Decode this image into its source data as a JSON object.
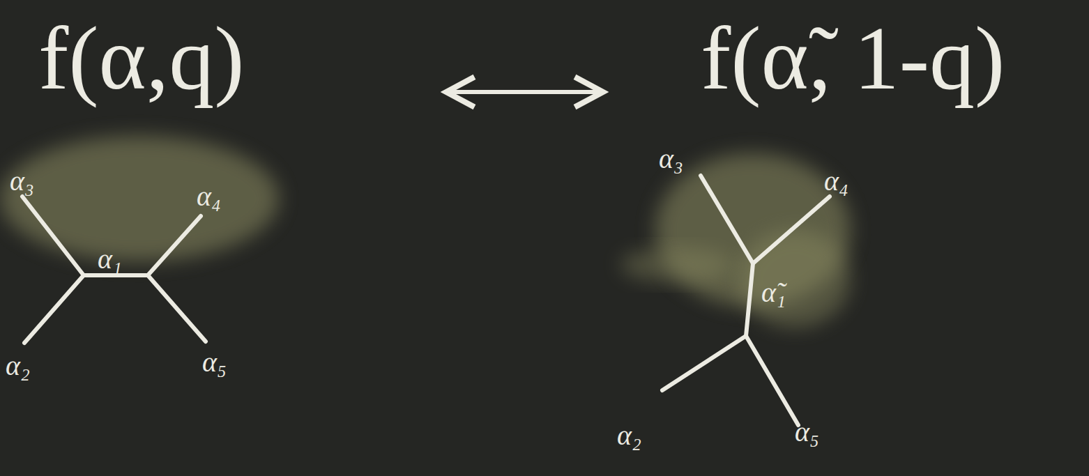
{
  "diagram": {
    "labels": [
      "f(α,q)",
      "f(α̃, 1-q)",
      "α₃",
      "α₄",
      "α₁",
      "α₂",
      "α₅",
      "α₃",
      "α₄",
      "α̃₁",
      "α₂",
      "α₅"
    ]
  }
}
